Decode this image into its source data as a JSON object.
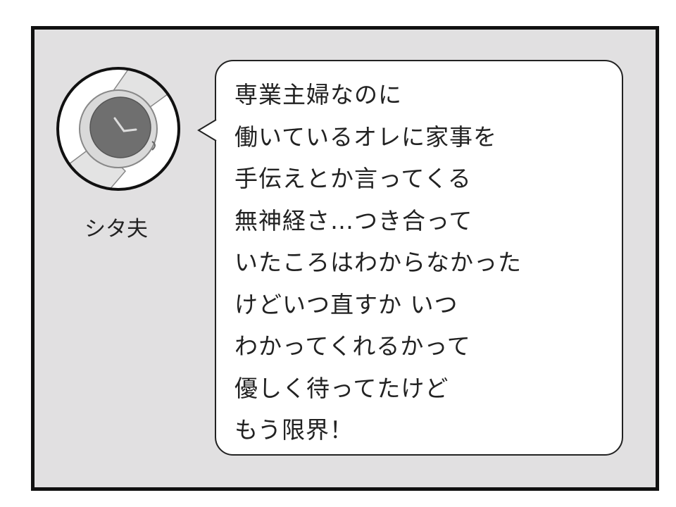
{
  "speaker": {
    "name": "シタ夫",
    "avatar_icon": "wristwatch-icon"
  },
  "message": {
    "lines": [
      "専業主婦なのに",
      "働いているオレに家事を",
      "手伝えとか言ってくる",
      "無神経さ…つき合って",
      "いたころはわからなかった",
      "けどいつ直すか いつ",
      "わかってくれるかって",
      "優しく待ってたけど",
      "もう限界！"
    ]
  },
  "colors": {
    "panel_bg": "#e1e0e1",
    "bubble_bg": "#ffffff",
    "border": "#111111"
  }
}
